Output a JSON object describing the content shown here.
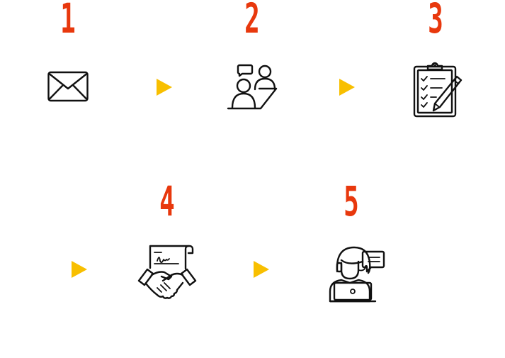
{
  "steps": [
    {
      "number": "1",
      "icon": "envelope-icon"
    },
    {
      "number": "2",
      "icon": "meeting-icon"
    },
    {
      "number": "3",
      "icon": "clipboard-checklist-icon"
    },
    {
      "number": "4",
      "icon": "handshake-contract-icon"
    },
    {
      "number": "5",
      "icon": "support-agent-icon"
    }
  ],
  "colors": {
    "number": "#e8380d",
    "arrow": "#f8bf00",
    "icon": "#111111"
  }
}
